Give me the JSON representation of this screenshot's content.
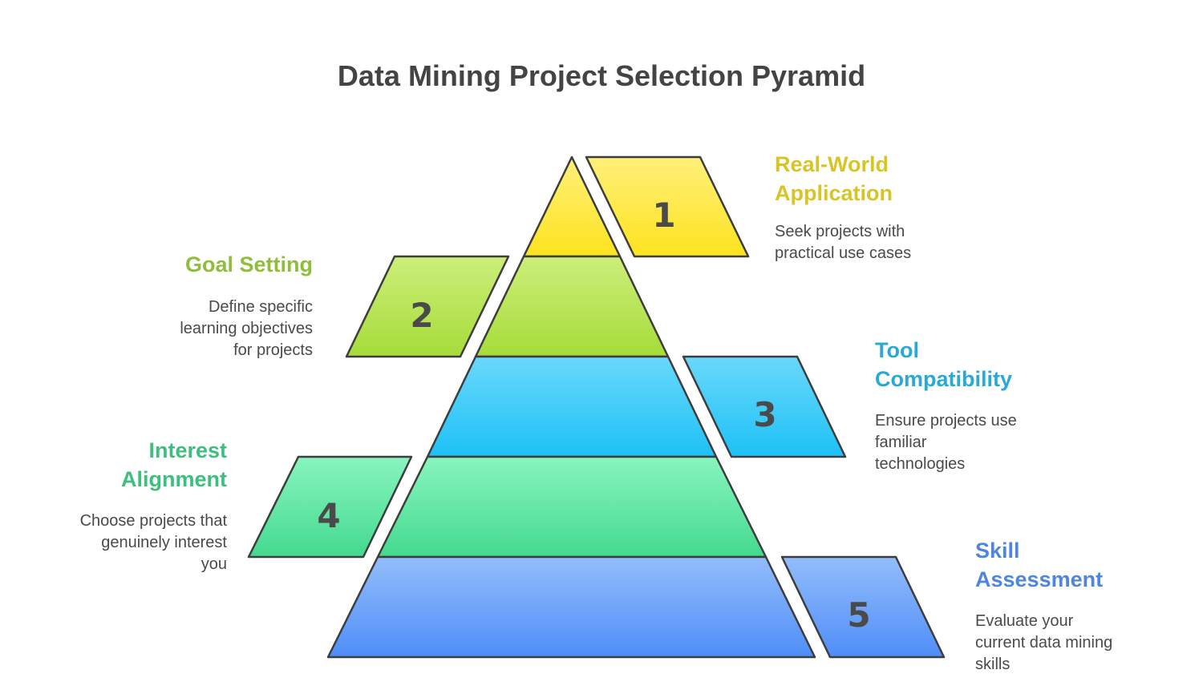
{
  "title": "Data Mining Project Selection Pyramid",
  "levels": [
    {
      "number": "1",
      "heading_line1": "Real-World",
      "heading_line2": "Application",
      "desc_line1": "Seek projects with",
      "desc_line2": "practical use cases",
      "desc_line3": "",
      "color": "#d9c426",
      "fill_top": "#fff07a",
      "fill_bottom": "#fde31f"
    },
    {
      "number": "2",
      "heading_line1": "Goal Setting",
      "heading_line2": "",
      "desc_line1": "Define specific",
      "desc_line2": "learning objectives",
      "desc_line3": "for projects",
      "color": "#8fbf3a",
      "fill_top": "#cdee7a",
      "fill_bottom": "#a6dc3a"
    },
    {
      "number": "3",
      "heading_line1": "Tool",
      "heading_line2": "Compatibility",
      "desc_line1": "Ensure projects use",
      "desc_line2": "familiar",
      "desc_line3": "technologies",
      "color": "#2aa8d6",
      "fill_top": "#6ad8fb",
      "fill_bottom": "#1ec1f6"
    },
    {
      "number": "4",
      "heading_line1": "Interest",
      "heading_line2": "Alignment",
      "desc_line1": "Choose projects that",
      "desc_line2": "genuinely interest",
      "desc_line3": "you",
      "color": "#3ebf7e",
      "fill_top": "#88f5bf",
      "fill_bottom": "#44d98f"
    },
    {
      "number": "5",
      "heading_line1": "Skill",
      "heading_line2": "Assessment",
      "desc_line1": "Evaluate your",
      "desc_line2": "current data mining",
      "desc_line3": "skills",
      "color": "#4f86dd",
      "fill_top": "#93bdfc",
      "fill_bottom": "#4f8ef8"
    }
  ],
  "stroke_color": "#3d3d3d"
}
